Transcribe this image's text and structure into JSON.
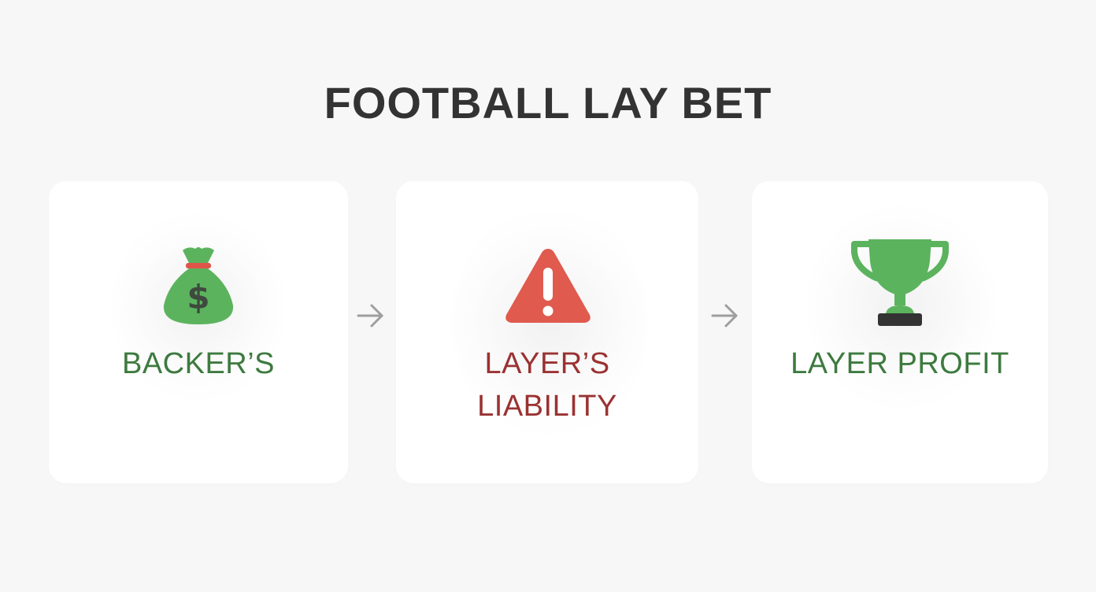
{
  "title": "FOOTBALL LAY BET",
  "steps": [
    {
      "icon": "money-bag-icon",
      "label": "BACKER’S",
      "color": "#3d7a3f"
    },
    {
      "icon": "warning-icon",
      "label_line1": "LAYER’S",
      "label_line2": "LIABILITY",
      "color": "#9a3232"
    },
    {
      "icon": "trophy-icon",
      "label": "LAYER PROFIT",
      "color": "#3d7a3f"
    }
  ],
  "arrows": [
    "arrow-right-icon",
    "arrow-right-icon"
  ],
  "colors": {
    "background": "#f7f7f7",
    "card": "#ffffff",
    "title": "#333333",
    "icon_green": "#5cb35e",
    "icon_red": "#e05a4e",
    "arrow": "#9e9e9e"
  }
}
